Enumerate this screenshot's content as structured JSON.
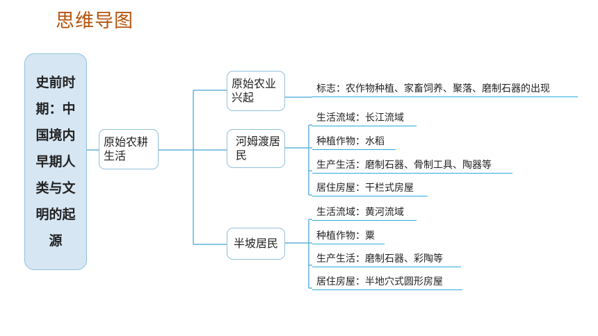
{
  "title": "思维导图",
  "root": {
    "label": "史前时期：中国境内早期人类与文明的起源"
  },
  "level1": {
    "label": "原始农耕生活"
  },
  "branches": [
    {
      "label": "原始农业兴起",
      "items": [
        "标志：农作物种植、家畜饲养、聚落、磨制石器的出现"
      ]
    },
    {
      "label": "河姆渡居民",
      "items": [
        "生活流域：长江流域",
        "种植作物：水稻",
        "生产生活：磨制石器、骨制工具、陶器等",
        "居住房屋：干栏式房屋"
      ]
    },
    {
      "label": "半坡居民",
      "items": [
        "生活流域：黄河流域",
        "种植作物：粟",
        "生产生活：磨制石器、彩陶等",
        "居住房屋：半地穴式圆形房屋"
      ]
    }
  ],
  "colors": {
    "title": "#b5530c",
    "line": "#29a9dd",
    "border": "#8fc0dc",
    "root_fill": "#d6e6f2"
  }
}
